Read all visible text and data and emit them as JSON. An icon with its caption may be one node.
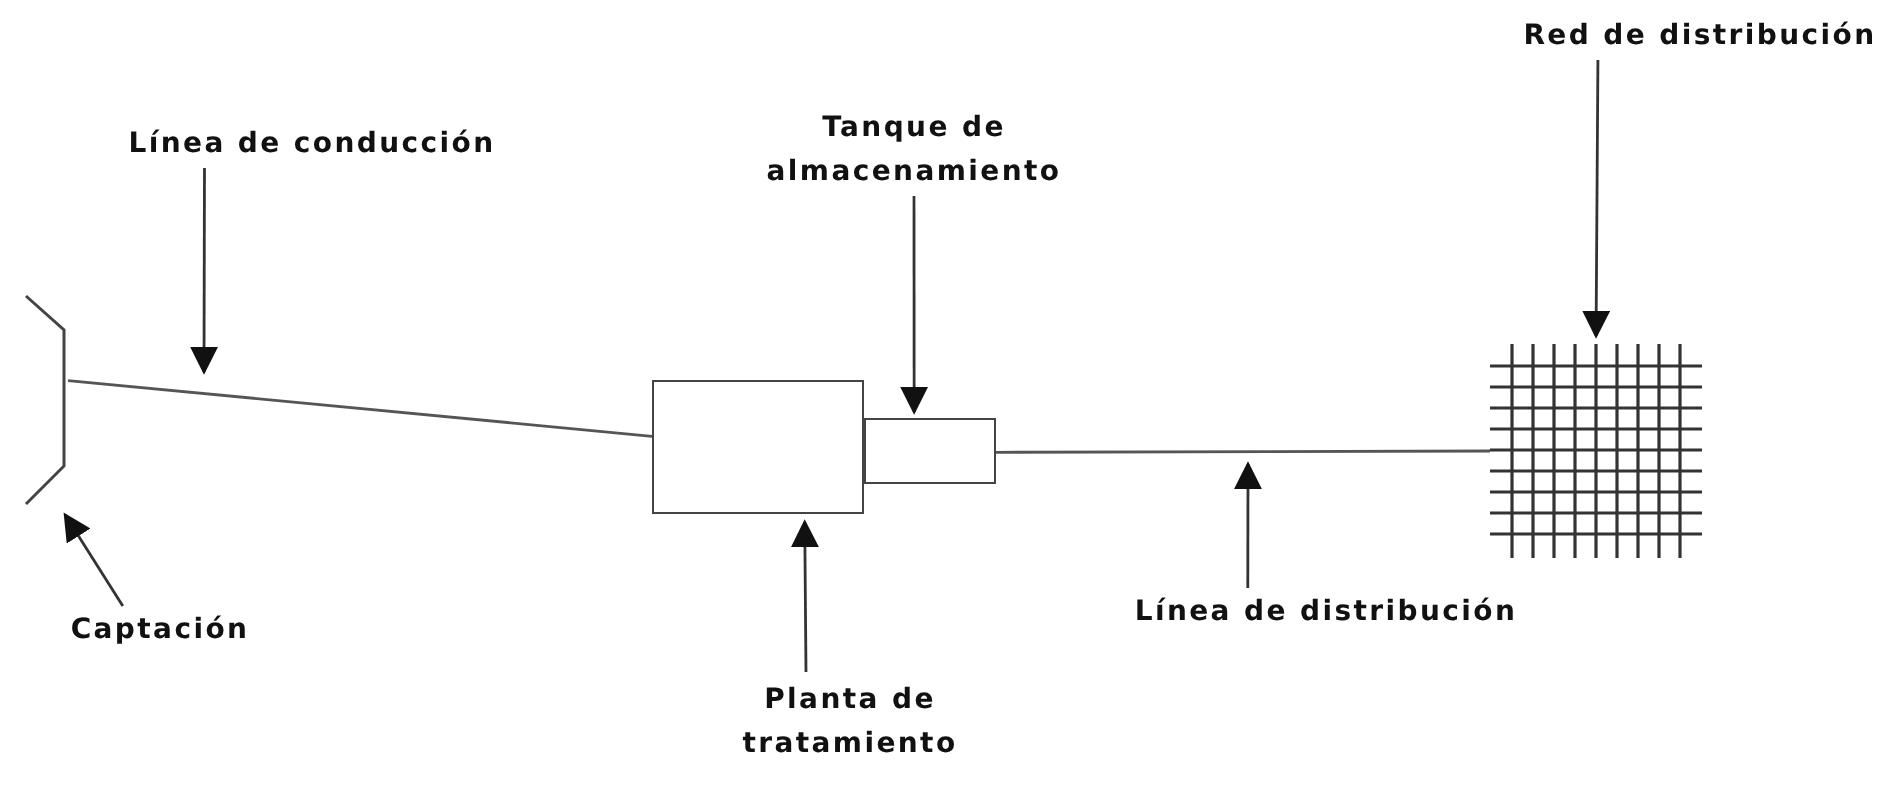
{
  "diagram": {
    "nodes": [
      {
        "text": [
          "Red de distribución"
        ]
      },
      {
        "text": [
          "Línea de conducción"
        ]
      },
      {
        "text": [
          "Tanque de almacenamiento"
        ]
      },
      {
        "text": [],
        "shape": "bracket"
      },
      {
        "text": [],
        "shape": "box"
      },
      {
        "text": [],
        "shape": "box"
      },
      {
        "text": [],
        "shape": "grid"
      },
      {
        "text": [
          "Captación"
        ]
      },
      {
        "text": [
          "Línea de distribución"
        ]
      },
      {
        "text": [
          "Planta de tratamiento"
        ]
      }
    ],
    "edges": [
      {
        "from": 3,
        "to": 4,
        "arrow": "none"
      },
      {
        "from": 5,
        "to": 6,
        "arrow": "none"
      },
      {
        "from": 0,
        "to": 6,
        "arrow": "to"
      },
      {
        "from": 1,
        "to": null,
        "arrow": "to"
      },
      {
        "from": 2,
        "to": 5,
        "arrow": "to"
      },
      {
        "from": 7,
        "to": 3,
        "arrow": "to"
      },
      {
        "from": 8,
        "to": null,
        "arrow": "to"
      },
      {
        "from": 9,
        "to": 4,
        "arrow": "to"
      }
    ]
  }
}
